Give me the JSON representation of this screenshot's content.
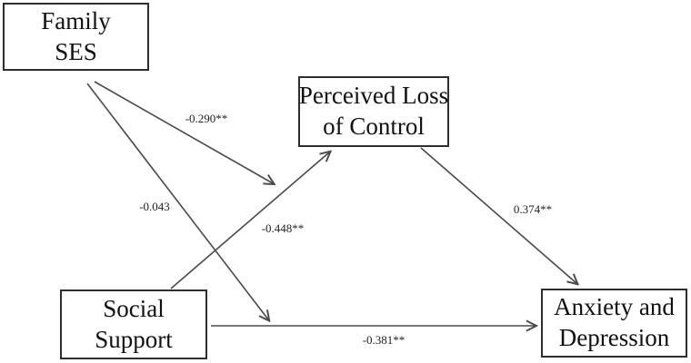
{
  "nodes": {
    "family_ses": {
      "lines": [
        "Family",
        "SES"
      ]
    },
    "perceived_loss": {
      "lines": [
        "Perceived Loss",
        "of Control"
      ]
    },
    "social_support": {
      "lines": [
        "Social",
        "Support"
      ]
    },
    "anxiety_depression": {
      "lines": [
        "Anxiety and",
        "Depression"
      ]
    }
  },
  "paths": {
    "ses_to_control": {
      "from": "Family SES",
      "to": "Perceived Loss of Control",
      "label": "-0.290**"
    },
    "ses_to_anxiety": {
      "from": "Family SES",
      "to": "Anxiety and Depression",
      "label": "-0.043"
    },
    "support_to_control": {
      "from": "Social Support",
      "to": "Perceived Loss of Control",
      "label": "-0.448**"
    },
    "control_to_anxiety": {
      "from": "Perceived Loss of Control",
      "to": "Anxiety and Depression",
      "label": "0.374**"
    },
    "support_to_anxiety": {
      "from": "Social Support",
      "to": "Anxiety and Depression",
      "label": "-0.381**"
    }
  },
  "colors": {
    "line": "#4a4a4a",
    "box_border": "#2e2e2e",
    "text": "#111111",
    "background": "#ffffff"
  }
}
